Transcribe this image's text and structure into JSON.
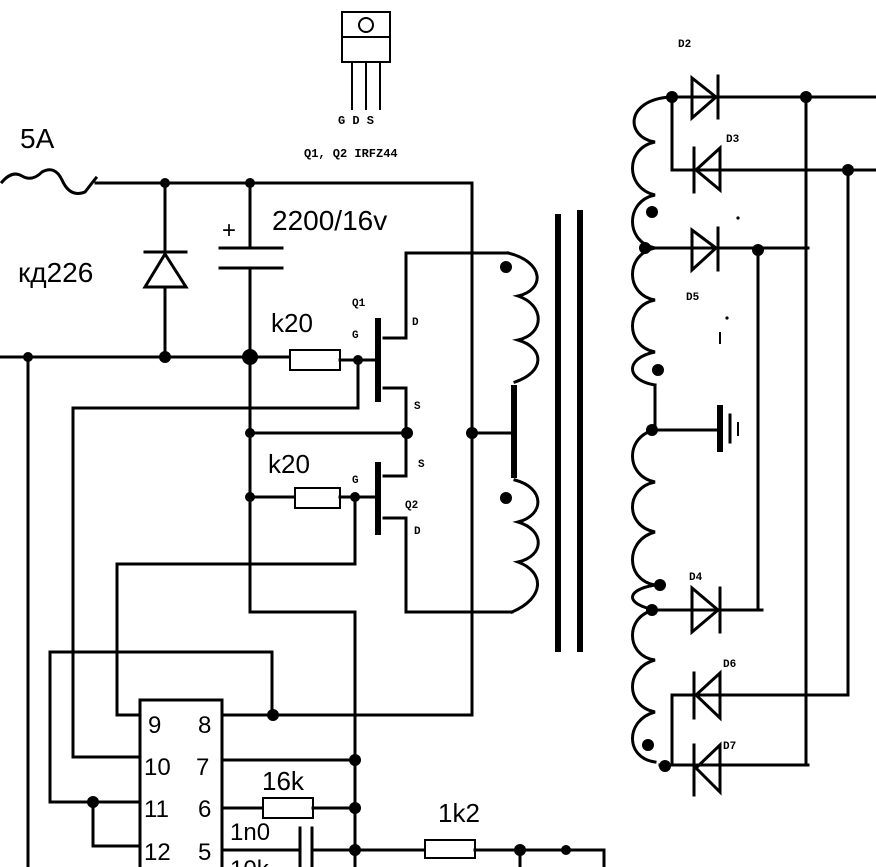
{
  "labels": {
    "fuse": "5A",
    "diode_in": "кд226",
    "capacitor": "2200/16v",
    "mosfet_pins": "G D S",
    "mosfet_model": "Q1, Q2 IRFZ44",
    "q1": "Q1",
    "q2": "Q2",
    "r1": "k20",
    "r2": "k20",
    "r_16k": "16k",
    "r_1k2": "1k2",
    "c_1n0": "1n0",
    "r_partial": "10k",
    "d2": "D2",
    "d3": "D3",
    "d4": "D4",
    "d5": "D5",
    "d6": "D6",
    "d7": "D7",
    "pin_g": "G",
    "pin_d": "D",
    "pin_s": "S",
    "ic_pins": [
      "9",
      "8",
      "10",
      "7",
      "11",
      "6",
      "12",
      "5"
    ]
  }
}
